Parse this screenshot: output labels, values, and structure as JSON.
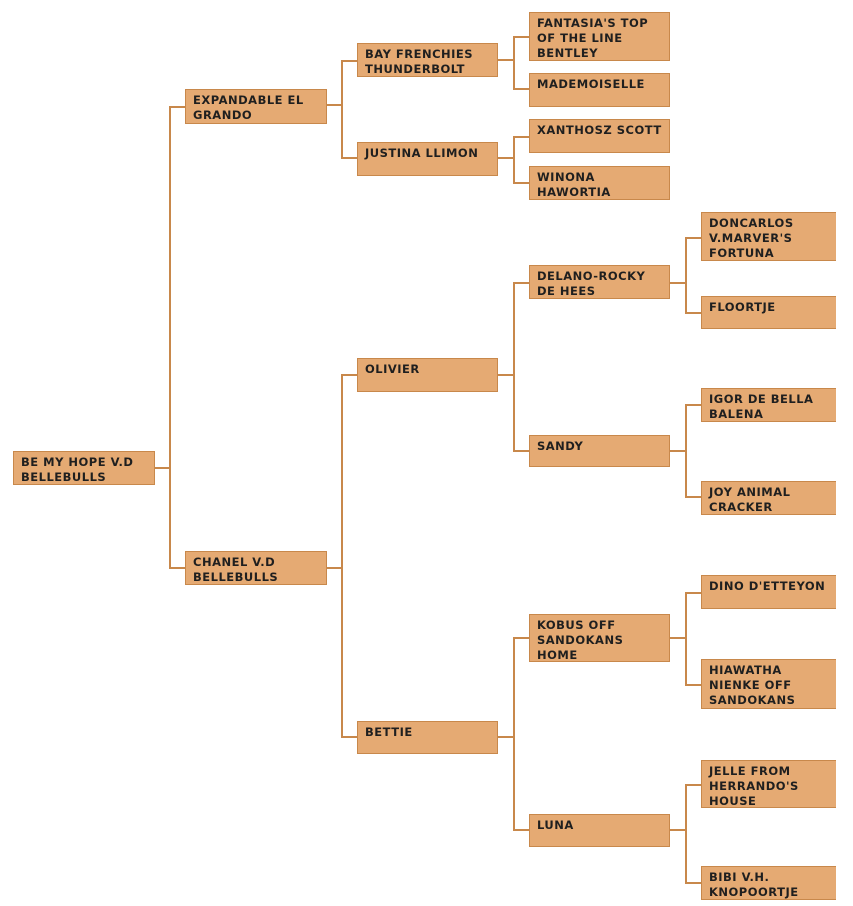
{
  "pedigree": {
    "dog": {
      "name": "BE MY HOPE V.D BELLEBULLS",
      "sire": {
        "name": "EXPANDABLE EL GRANDO",
        "sire": {
          "name": "BAY FRENCHIES THUNDERBOLT",
          "sire": {
            "name": "FANTASIA'S TOP OF THE LINE BENTLEY"
          },
          "dam": {
            "name": "MADEMOISELLE"
          }
        },
        "dam": {
          "name": "JUSTINA LLIMON",
          "sire": {
            "name": "XANTHOSZ SCOTT"
          },
          "dam": {
            "name": "WINONA HAWORTIA"
          }
        }
      },
      "dam": {
        "name": "CHANEL V.D BELLEBULLS",
        "sire": {
          "name": "OLIVIER",
          "sire": {
            "name": "DELANO-ROCKY DE HEES",
            "sire": {
              "name": "DONCARLOS V.MARVER'S FORTUNA"
            },
            "dam": {
              "name": "FLOORTJE"
            }
          },
          "dam": {
            "name": "SANDY",
            "sire": {
              "name": "IGOR DE BELLA BALENA"
            },
            "dam": {
              "name": "JOY ANIMAL CRACKER"
            }
          }
        },
        "dam": {
          "name": "BETTIE",
          "sire": {
            "name": "KOBUS OFF SANDOKANS HOME",
            "sire": {
              "name": "DINO D'ETTEYON"
            },
            "dam": {
              "name": "HIAWATHA NIENKE OFF SANDOKANS HOME"
            }
          },
          "dam": {
            "name": "LUNA",
            "sire": {
              "name": "JELLE FROM HERRANDO'S HOUSE"
            },
            "dam": {
              "name": "BIBI V.H. KNOPOORTJE"
            }
          }
        }
      }
    }
  }
}
